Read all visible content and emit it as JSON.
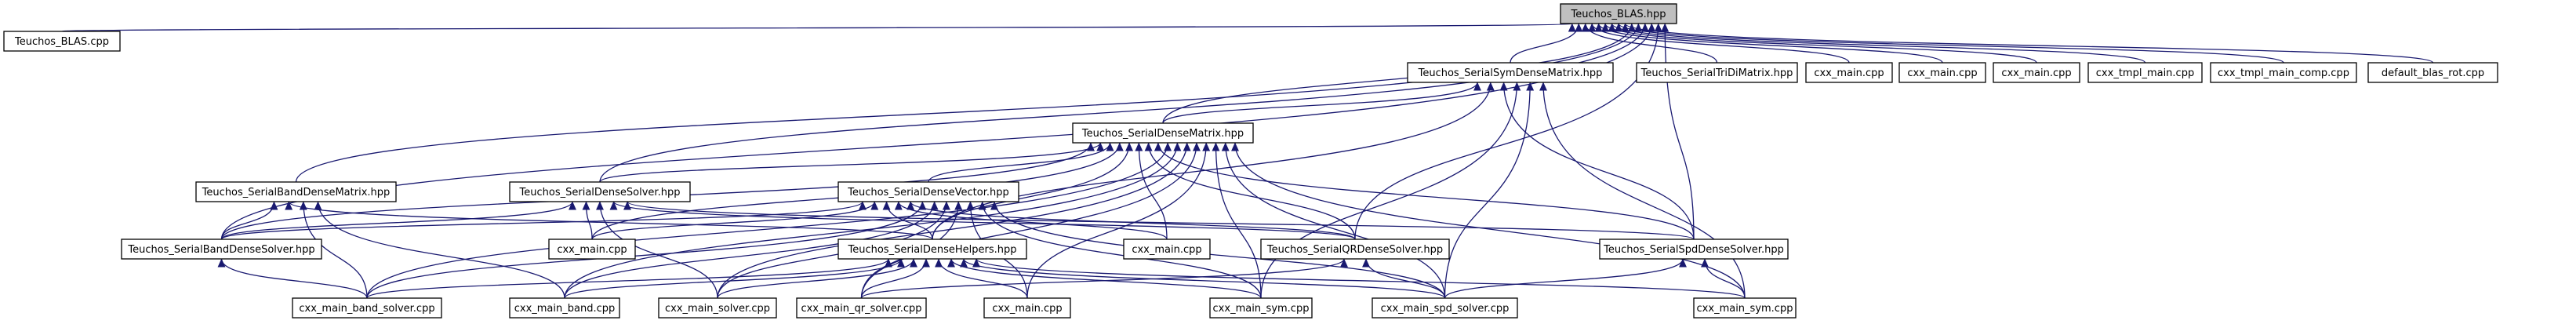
{
  "graph": {
    "root": "teuchos-blas-hpp",
    "nodes": [
      {
        "id": "teuchos-blas-hpp",
        "label": "Teuchos_BLAS.hpp"
      },
      {
        "id": "teuchos-blas-cpp",
        "label": "Teuchos_BLAS.cpp"
      },
      {
        "id": "serial-sym-dense-matrix-hpp",
        "label": "Teuchos_SerialSymDenseMatrix.hpp"
      },
      {
        "id": "serial-tri-di-matrix-hpp",
        "label": "Teuchos_SerialTriDiMatrix.hpp"
      },
      {
        "id": "cxx-main-cpp-top-1",
        "label": "cxx_main.cpp"
      },
      {
        "id": "cxx-main-cpp-top-2",
        "label": "cxx_main.cpp"
      },
      {
        "id": "cxx-main-cpp-top-3",
        "label": "cxx_main.cpp"
      },
      {
        "id": "cxx-tmpl-main-cpp",
        "label": "cxx_tmpl_main.cpp"
      },
      {
        "id": "cxx-tmpl-main-comp-cpp",
        "label": "cxx_tmpl_main_comp.cpp"
      },
      {
        "id": "default-blas-rot-cpp",
        "label": "default_blas_rot.cpp"
      },
      {
        "id": "serial-dense-matrix-hpp",
        "label": "Teuchos_SerialDenseMatrix.hpp"
      },
      {
        "id": "serial-band-dense-matrix-hpp",
        "label": "Teuchos_SerialBandDenseMatrix.hpp"
      },
      {
        "id": "serial-dense-solver-hpp",
        "label": "Teuchos_SerialDenseSolver.hpp"
      },
      {
        "id": "serial-dense-vector-hpp",
        "label": "Teuchos_SerialDenseVector.hpp"
      },
      {
        "id": "serial-band-dense-solver-hpp",
        "label": "Teuchos_SerialBandDenseSolver.hpp"
      },
      {
        "id": "cxx-main-cpp-mid-1",
        "label": "cxx_main.cpp"
      },
      {
        "id": "serial-dense-helpers-hpp",
        "label": "Teuchos_SerialDenseHelpers.hpp"
      },
      {
        "id": "cxx-main-cpp-mid-2",
        "label": "cxx_main.cpp"
      },
      {
        "id": "serial-qr-dense-solver-hpp",
        "label": "Teuchos_SerialQRDenseSolver.hpp"
      },
      {
        "id": "serial-spd-dense-solver-hpp",
        "label": "Teuchos_SerialSpdDenseSolver.hpp"
      },
      {
        "id": "cxx-main-band-solver-cpp",
        "label": "cxx_main_band_solver.cpp"
      },
      {
        "id": "cxx-main-band-cpp",
        "label": "cxx_main_band.cpp"
      },
      {
        "id": "cxx-main-solver-cpp",
        "label": "cxx_main_solver.cpp"
      },
      {
        "id": "cxx-main-qr-solver-cpp",
        "label": "cxx_main_qr_solver.cpp"
      },
      {
        "id": "cxx-main-cpp-bottom",
        "label": "cxx_main.cpp"
      },
      {
        "id": "cxx-main-sym-cpp-1",
        "label": "cxx_main_sym.cpp"
      },
      {
        "id": "cxx-main-spd-solver-cpp",
        "label": "cxx_main_spd_solver.cpp"
      },
      {
        "id": "cxx-main-sym-cpp-2",
        "label": "cxx_main_sym.cpp"
      }
    ],
    "edges": [
      [
        "teuchos-blas-cpp",
        "teuchos-blas-hpp"
      ],
      [
        "serial-sym-dense-matrix-hpp",
        "teuchos-blas-hpp"
      ],
      [
        "serial-tri-di-matrix-hpp",
        "teuchos-blas-hpp"
      ],
      [
        "cxx-main-cpp-top-1",
        "teuchos-blas-hpp"
      ],
      [
        "cxx-main-cpp-top-2",
        "teuchos-blas-hpp"
      ],
      [
        "cxx-main-cpp-top-3",
        "teuchos-blas-hpp"
      ],
      [
        "cxx-tmpl-main-cpp",
        "teuchos-blas-hpp"
      ],
      [
        "cxx-tmpl-main-comp-cpp",
        "teuchos-blas-hpp"
      ],
      [
        "default-blas-rot-cpp",
        "teuchos-blas-hpp"
      ],
      [
        "serial-dense-matrix-hpp",
        "teuchos-blas-hpp"
      ],
      [
        "serial-band-dense-matrix-hpp",
        "teuchos-blas-hpp"
      ],
      [
        "serial-dense-solver-hpp",
        "teuchos-blas-hpp"
      ],
      [
        "serial-band-dense-solver-hpp",
        "teuchos-blas-hpp"
      ],
      [
        "serial-qr-dense-solver-hpp",
        "teuchos-blas-hpp"
      ],
      [
        "serial-spd-dense-solver-hpp",
        "teuchos-blas-hpp"
      ],
      [
        "serial-dense-matrix-hpp",
        "serial-sym-dense-matrix-hpp"
      ],
      [
        "serial-dense-helpers-hpp",
        "serial-sym-dense-matrix-hpp"
      ],
      [
        "serial-spd-dense-solver-hpp",
        "serial-sym-dense-matrix-hpp"
      ],
      [
        "cxx-main-sym-cpp-1",
        "serial-sym-dense-matrix-hpp"
      ],
      [
        "cxx-main-spd-solver-cpp",
        "serial-sym-dense-matrix-hpp"
      ],
      [
        "cxx-main-sym-cpp-2",
        "serial-sym-dense-matrix-hpp"
      ],
      [
        "serial-band-dense-solver-hpp",
        "serial-dense-matrix-hpp"
      ],
      [
        "serial-dense-solver-hpp",
        "serial-dense-matrix-hpp"
      ],
      [
        "serial-dense-vector-hpp",
        "serial-dense-matrix-hpp"
      ],
      [
        "cxx-main-cpp-mid-1",
        "serial-dense-matrix-hpp"
      ],
      [
        "serial-dense-helpers-hpp",
        "serial-dense-matrix-hpp"
      ],
      [
        "cxx-main-cpp-mid-2",
        "serial-dense-matrix-hpp"
      ],
      [
        "serial-qr-dense-solver-hpp",
        "serial-dense-matrix-hpp"
      ],
      [
        "serial-spd-dense-solver-hpp",
        "serial-dense-matrix-hpp"
      ],
      [
        "cxx-main-band-solver-cpp",
        "serial-dense-matrix-hpp"
      ],
      [
        "cxx-main-band-cpp",
        "serial-dense-matrix-hpp"
      ],
      [
        "cxx-main-solver-cpp",
        "serial-dense-matrix-hpp"
      ],
      [
        "cxx-main-qr-solver-cpp",
        "serial-dense-matrix-hpp"
      ],
      [
        "cxx-main-cpp-bottom",
        "serial-dense-matrix-hpp"
      ],
      [
        "cxx-main-sym-cpp-1",
        "serial-dense-matrix-hpp"
      ],
      [
        "cxx-main-spd-solver-cpp",
        "serial-dense-matrix-hpp"
      ],
      [
        "cxx-main-sym-cpp-2",
        "serial-dense-matrix-hpp"
      ],
      [
        "serial-band-dense-solver-hpp",
        "serial-band-dense-matrix-hpp"
      ],
      [
        "serial-dense-helpers-hpp",
        "serial-band-dense-matrix-hpp"
      ],
      [
        "cxx-main-band-solver-cpp",
        "serial-band-dense-matrix-hpp"
      ],
      [
        "cxx-main-band-cpp",
        "serial-band-dense-matrix-hpp"
      ],
      [
        "serial-band-dense-solver-hpp",
        "serial-dense-solver-hpp"
      ],
      [
        "cxx-main-cpp-mid-1",
        "serial-dense-solver-hpp"
      ],
      [
        "cxx-main-solver-cpp",
        "serial-dense-solver-hpp"
      ],
      [
        "serial-qr-dense-solver-hpp",
        "serial-dense-solver-hpp"
      ],
      [
        "serial-spd-dense-solver-hpp",
        "serial-dense-solver-hpp"
      ],
      [
        "serial-band-dense-solver-hpp",
        "serial-dense-vector-hpp"
      ],
      [
        "cxx-main-cpp-mid-1",
        "serial-dense-vector-hpp"
      ],
      [
        "serial-dense-helpers-hpp",
        "serial-dense-vector-hpp"
      ],
      [
        "cxx-main-cpp-mid-2",
        "serial-dense-vector-hpp"
      ],
      [
        "serial-qr-dense-solver-hpp",
        "serial-dense-vector-hpp"
      ],
      [
        "cxx-main-band-solver-cpp",
        "serial-dense-vector-hpp"
      ],
      [
        "cxx-main-band-cpp",
        "serial-dense-vector-hpp"
      ],
      [
        "cxx-main-solver-cpp",
        "serial-dense-vector-hpp"
      ],
      [
        "cxx-main-qr-solver-cpp",
        "serial-dense-vector-hpp"
      ],
      [
        "cxx-main-cpp-bottom",
        "serial-dense-vector-hpp"
      ],
      [
        "cxx-main-sym-cpp-1",
        "serial-dense-vector-hpp"
      ],
      [
        "cxx-main-spd-solver-cpp",
        "serial-dense-vector-hpp"
      ],
      [
        "cxx-main-band-solver-cpp",
        "serial-band-dense-solver-hpp"
      ],
      [
        "cxx-main-band-solver-cpp",
        "serial-dense-helpers-hpp"
      ],
      [
        "cxx-main-band-cpp",
        "serial-dense-helpers-hpp"
      ],
      [
        "cxx-main-solver-cpp",
        "serial-dense-helpers-hpp"
      ],
      [
        "cxx-main-qr-solver-cpp",
        "serial-dense-helpers-hpp"
      ],
      [
        "cxx-main-cpp-bottom",
        "serial-dense-helpers-hpp"
      ],
      [
        "cxx-main-sym-cpp-1",
        "serial-dense-helpers-hpp"
      ],
      [
        "cxx-main-spd-solver-cpp",
        "serial-dense-helpers-hpp"
      ],
      [
        "cxx-main-sym-cpp-2",
        "serial-dense-helpers-hpp"
      ],
      [
        "cxx-main-qr-solver-cpp",
        "serial-qr-dense-solver-hpp"
      ],
      [
        "cxx-main-spd-solver-cpp",
        "serial-qr-dense-solver-hpp"
      ],
      [
        "cxx-main-spd-solver-cpp",
        "serial-spd-dense-solver-hpp"
      ],
      [
        "cxx-main-sym-cpp-2",
        "serial-spd-dense-solver-hpp"
      ]
    ]
  }
}
